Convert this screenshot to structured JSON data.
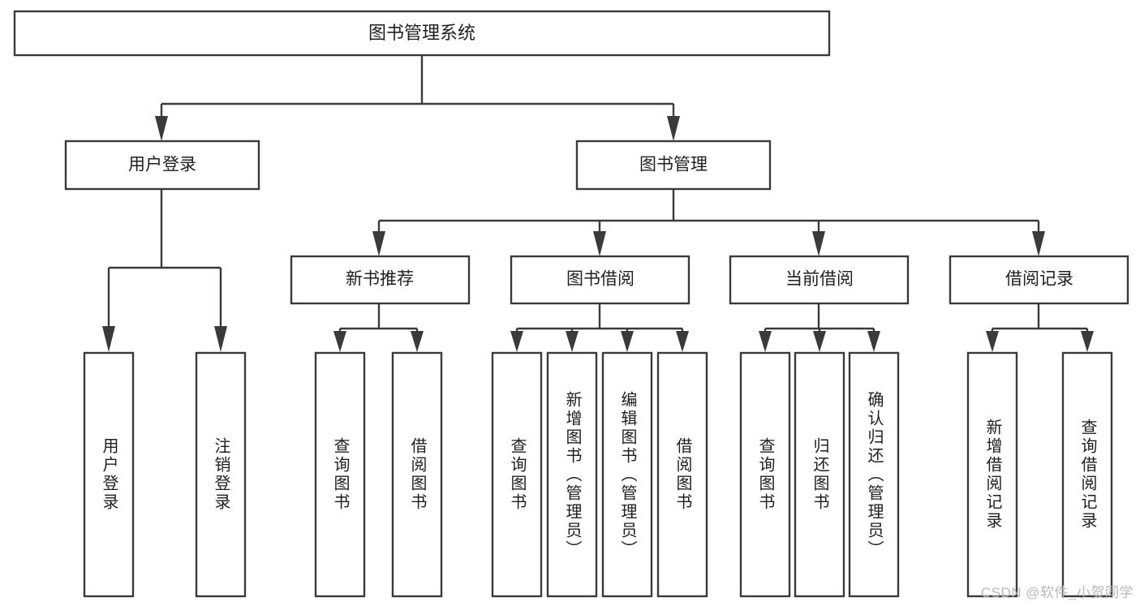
{
  "diagram": {
    "title": "图书管理系统",
    "watermark": "CSDN @软件_小贺同学",
    "colors": {
      "stroke": "#3a3a3a",
      "box_fill": "#ffffff",
      "text": "#1f1f1f",
      "watermark": "#b9b9b9",
      "background": "#ffffff"
    },
    "root": {
      "label": "图书管理系统"
    },
    "level1": [
      {
        "label": "用户登录"
      },
      {
        "label": "图书管理"
      }
    ],
    "level2": [
      {
        "label": "新书推荐"
      },
      {
        "label": "图书借阅"
      },
      {
        "label": "当前借阅"
      },
      {
        "label": "借阅记录"
      }
    ],
    "leaves": {
      "user_login": [
        {
          "label": "用户登录"
        },
        {
          "label": "注销登录"
        }
      ],
      "new_book_recommend": [
        {
          "label": "查询图书"
        },
        {
          "label": "借阅图书"
        }
      ],
      "book_borrow": [
        {
          "label": "查询图书"
        },
        {
          "label": "新增图书（管理员）"
        },
        {
          "label": "编辑图书（管理员）"
        },
        {
          "label": "借阅图书"
        }
      ],
      "current_borrow": [
        {
          "label": "查询图书"
        },
        {
          "label": "归还图书"
        },
        {
          "label": "确认归还（管理员）"
        }
      ],
      "borrow_record": [
        {
          "label": "新增借阅记录"
        },
        {
          "label": "查询借阅记录"
        }
      ]
    }
  }
}
